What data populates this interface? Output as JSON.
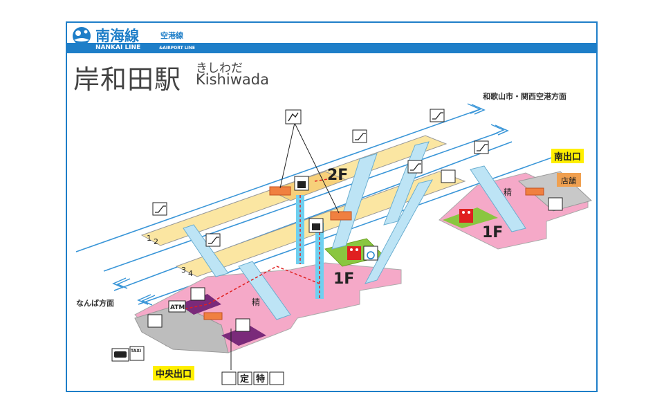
{
  "header": {
    "brand_ja": "南海線",
    "brand_sub": "空港線",
    "brand_en": "NANKAI LINE",
    "brand_airport": "&AIRPORT LINE"
  },
  "station": {
    "name_ja": "岸和田駅",
    "name_kana": "きしわだ",
    "name_romaji": "Kishiwada"
  },
  "directions": {
    "up": "和歌山市・関西空港方面",
    "down": "なんば方面"
  },
  "exits": {
    "south": "南出口",
    "center": "中央出口"
  },
  "floors": {
    "second": "2F",
    "first_main": "1F",
    "first_south": "1F"
  },
  "platforms": {
    "p12": [
      "1",
      "2"
    ],
    "p34": [
      "3",
      "4"
    ]
  },
  "facilities": {
    "seisan": "精",
    "seisan_south": "精",
    "shop": "店舗",
    "atm": "ATM",
    "teiki": "定",
    "tokkyu": "特",
    "taxi": "TAXI"
  },
  "colors": {
    "brand_blue": "#1e7ec8",
    "platform": "#fbe6a2",
    "concourse": "#f5a9c8",
    "exit_yellow": "#ffef00",
    "elevator": "#6fd0f0",
    "ticket_area": "#7a2a7a",
    "toilet_green": "#8ac640"
  },
  "icons": [
    "escalator-icon",
    "elevator-icon",
    "toilet-icon",
    "wheelchair-icon",
    "locker-icon",
    "ticket-office-icon",
    "bus-icon",
    "taxi-icon",
    "transfer-icon"
  ]
}
